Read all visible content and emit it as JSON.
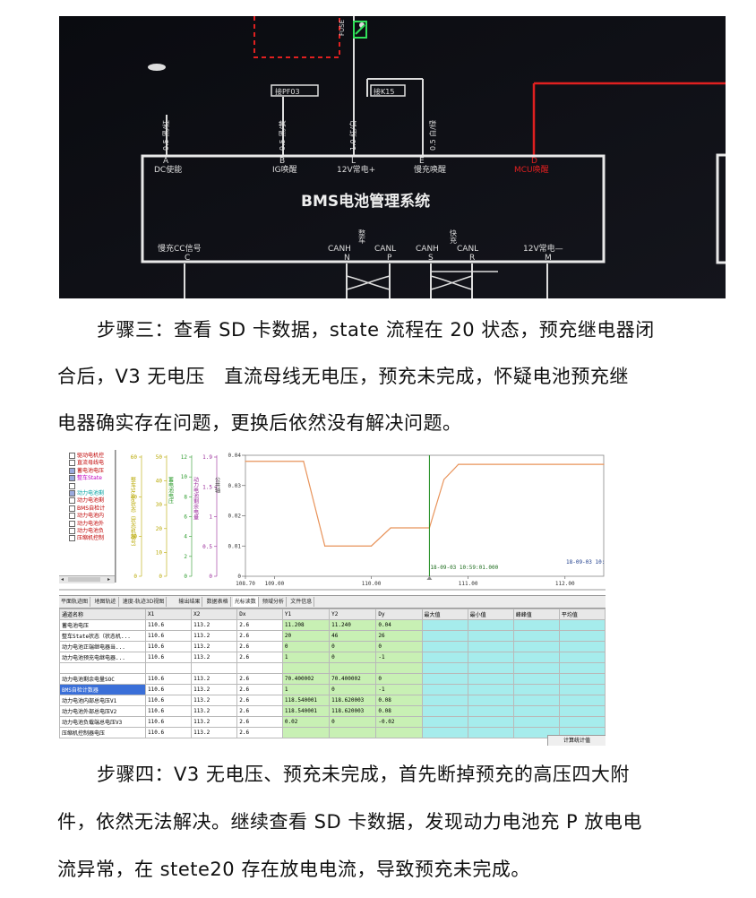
{
  "schematic": {
    "top_labels": {
      "pf03": "接PF03",
      "k15": "接K15"
    },
    "wire_labels": [
      "0.5 黑/红",
      "0.5 黑/黄",
      "1.0 红/白",
      "0.5 白/绿"
    ],
    "pins_top": [
      {
        "letter": "A",
        "label": "DC使能"
      },
      {
        "letter": "B",
        "label": "IG唤醒"
      },
      {
        "letter": "L",
        "label": "12V常电+"
      },
      {
        "letter": "E",
        "label": "慢充唤醒"
      },
      {
        "letter": "D",
        "label": "MCU唤醒"
      }
    ],
    "title": "BMS电池管理系统",
    "group_labels": {
      "internal": "整车",
      "charger": "快充"
    },
    "can_labels": [
      "CANH",
      "CANL",
      "CANH",
      "CANL"
    ],
    "pins_bottom_left": {
      "letter": "C",
      "label": "慢充CC信号"
    },
    "pins_bottom_mid": [
      "N",
      "P",
      "S",
      "R"
    ],
    "pins_bottom_right": {
      "letter": "M",
      "label": "12V常电—"
    }
  },
  "step3": {
    "lines": [
      "步骤三：查看 SD 卡数据，state 流程在 20 状态，预充继电器闭",
      "合后，V3 无电压　直流母线无电压，预充未完成，怀疑电池预充继",
      "电器确实存在问题，更换后依然没有解决问题。"
    ]
  },
  "software": {
    "tree_items": [
      {
        "label": "驱动电机控",
        "color": "#c00000",
        "checked": false
      },
      {
        "label": "直流母线电",
        "color": "#c00000",
        "checked": false
      },
      {
        "label": "蓄电池电压",
        "color": "#c00000",
        "checked": true
      },
      {
        "label": "整车State",
        "color": "#c000c0",
        "checked": true
      },
      {
        "label": "",
        "color": "#000",
        "checked": false
      },
      {
        "label": "动力电池剩",
        "color": "#00a0a0",
        "checked": true
      },
      {
        "label": "动力电池剩",
        "color": "#c00000",
        "checked": false
      },
      {
        "label": "BMS自检计",
        "color": "#c00000",
        "checked": false
      },
      {
        "label": "动力电池内",
        "color": "#c00000",
        "checked": false
      },
      {
        "label": "动力电池外",
        "color": "#c00000",
        "checked": false
      },
      {
        "label": "动力电池负",
        "color": "#c00000",
        "checked": false
      },
      {
        "label": "压缩机控制",
        "color": "#c00000",
        "checked": false
      }
    ],
    "axis_labels": {
      "col1": "整车State状态（状态机编号）",
      "col2": "蓄电池电压",
      "col3": "动力电池剩余电量",
      "col4": "公共轴"
    },
    "tabs": [
      "平面轨迹图",
      "地图轨迹",
      "速度-轨迹3D视图",
      "输出结果",
      "数据表格",
      "光标读数",
      "频域分析",
      "文件信息"
    ],
    "active_tab": 5,
    "table": {
      "headers": [
        "通道名称",
        "X1",
        "X2",
        "Dx",
        "Y1",
        "Y2",
        "Dy",
        "最大值",
        "最小值",
        "峰峰值",
        "平均值"
      ],
      "rows": [
        [
          "蓄电池电压",
          "110.6",
          "113.2",
          "2.6",
          "11.208",
          "11.240",
          "0.04",
          "",
          "",
          "",
          ""
        ],
        [
          "整车State状态（状态机...",
          "110.6",
          "113.2",
          "2.6",
          "20",
          "46",
          "26",
          "",
          "",
          "",
          ""
        ],
        [
          "动力电池正端继电器当...",
          "110.6",
          "113.2",
          "2.6",
          "0",
          "0",
          "0",
          "",
          "",
          "",
          ""
        ],
        [
          "动力电池预充电继电器...",
          "110.6",
          "113.2",
          "2.6",
          "1",
          "0",
          "-1",
          "",
          "",
          "",
          ""
        ],
        [
          "",
          "",
          "",
          "",
          "",
          "",
          "",
          "",
          "",
          "",
          ""
        ],
        [
          "动力电池剩余电量SOC",
          "110.6",
          "113.2",
          "2.6",
          "70.400002",
          "70.400002",
          "0",
          "",
          "",
          "",
          ""
        ],
        [
          "BMS自检计数器",
          "110.6",
          "113.2",
          "2.6",
          "1",
          "0",
          "-1",
          "",
          "",
          "",
          ""
        ],
        [
          "动力电池内部总电压V1",
          "110.6",
          "113.2",
          "2.6",
          "118.540001",
          "118.620003",
          "0.08",
          "",
          "",
          "",
          ""
        ],
        [
          "动力电池外部总电压V2",
          "110.6",
          "113.2",
          "2.6",
          "118.540001",
          "118.620003",
          "0.08",
          "",
          "",
          "",
          ""
        ],
        [
          "动力电池负载端总电压V3",
          "110.6",
          "113.2",
          "2.6",
          "0.02",
          "0",
          "-0.02",
          "",
          "",
          "",
          ""
        ],
        [
          "压缩机控制器电压",
          "110.6",
          "113.2",
          "2.6",
          "",
          "",
          "",
          "",
          "",
          "",
          ""
        ]
      ]
    },
    "calc_button": "计算统计值"
  },
  "chart_data": {
    "type": "line",
    "x_ticks": [
      "108.70",
      "109.00",
      "110.00",
      "111.00",
      "112.00"
    ],
    "y_ticks": [
      "0.04",
      "0.03",
      "0.02",
      "0.01",
      "0"
    ],
    "xlim": [
      108.7,
      112.4
    ],
    "ylim": [
      0,
      0.04
    ],
    "left_axes": [
      {
        "ticks": [
          "60",
          "40",
          "20",
          "0"
        ],
        "color": "#b8a800"
      },
      {
        "ticks": [
          "50",
          "40",
          "30",
          "20",
          "10",
          "0"
        ],
        "color": "#b8a800"
      },
      {
        "ticks": [
          "12",
          "10",
          "8",
          "6",
          "4",
          "2",
          "0"
        ],
        "color": "#2a9a2a"
      },
      {
        "ticks": [
          "1.9",
          "1.5",
          "1",
          "0.5",
          "0"
        ],
        "color": "#9a2a9a"
      }
    ],
    "series": [
      {
        "color": "#e8935a",
        "x": [
          108.7,
          109.3,
          109.52,
          110.0,
          110.2,
          110.6,
          110.75,
          110.9,
          112.4
        ],
        "y": [
          0.038,
          0.038,
          0.01,
          0.01,
          0.016,
          0.016,
          0.032,
          0.037,
          0.037
        ]
      }
    ],
    "cursor_x": 110.6,
    "cursor_labels": [
      "18-09-03 10:59:01.000",
      "18-09-03 10:"
    ]
  },
  "step4": {
    "lines": [
      "步骤四：V3 无电压、预充未完成，首先断掉预充的高压四大附",
      "件，依然无法解决。继续查看 SD 卡数据，发现动力电池充 P 放电电",
      "流异常，在 stete20 存在放电电流，导致预充未完成。"
    ]
  }
}
